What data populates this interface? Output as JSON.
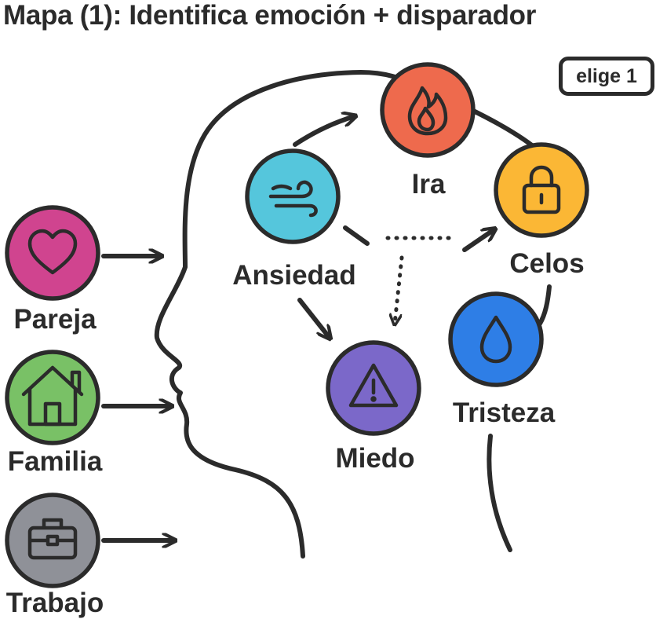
{
  "title": "Mapa (1): Identifica emoción + disparador",
  "badge": "elige 1",
  "triggers": [
    {
      "label": "Pareja",
      "icon": "heart-icon",
      "color": "#d0448f"
    },
    {
      "label": "Familia",
      "icon": "house-icon",
      "color": "#79c166"
    },
    {
      "label": "Trabajo",
      "icon": "briefcase-icon",
      "color": "#8f9198"
    }
  ],
  "emotions": [
    {
      "label": "Ansiedad",
      "icon": "wind-icon",
      "color": "#55c6dc"
    },
    {
      "label": "Ira",
      "icon": "flame-icon",
      "color": "#ee6a4d"
    },
    {
      "label": "Celos",
      "icon": "lock-icon",
      "color": "#fbb735"
    },
    {
      "label": "Miedo",
      "icon": "warning-icon",
      "color": "#7b68c9"
    },
    {
      "label": "Tristeza",
      "icon": "drop-icon",
      "color": "#2e7ee6"
    }
  ],
  "colors": {
    "ink": "#2b2b2b",
    "background": "#ffffff"
  }
}
